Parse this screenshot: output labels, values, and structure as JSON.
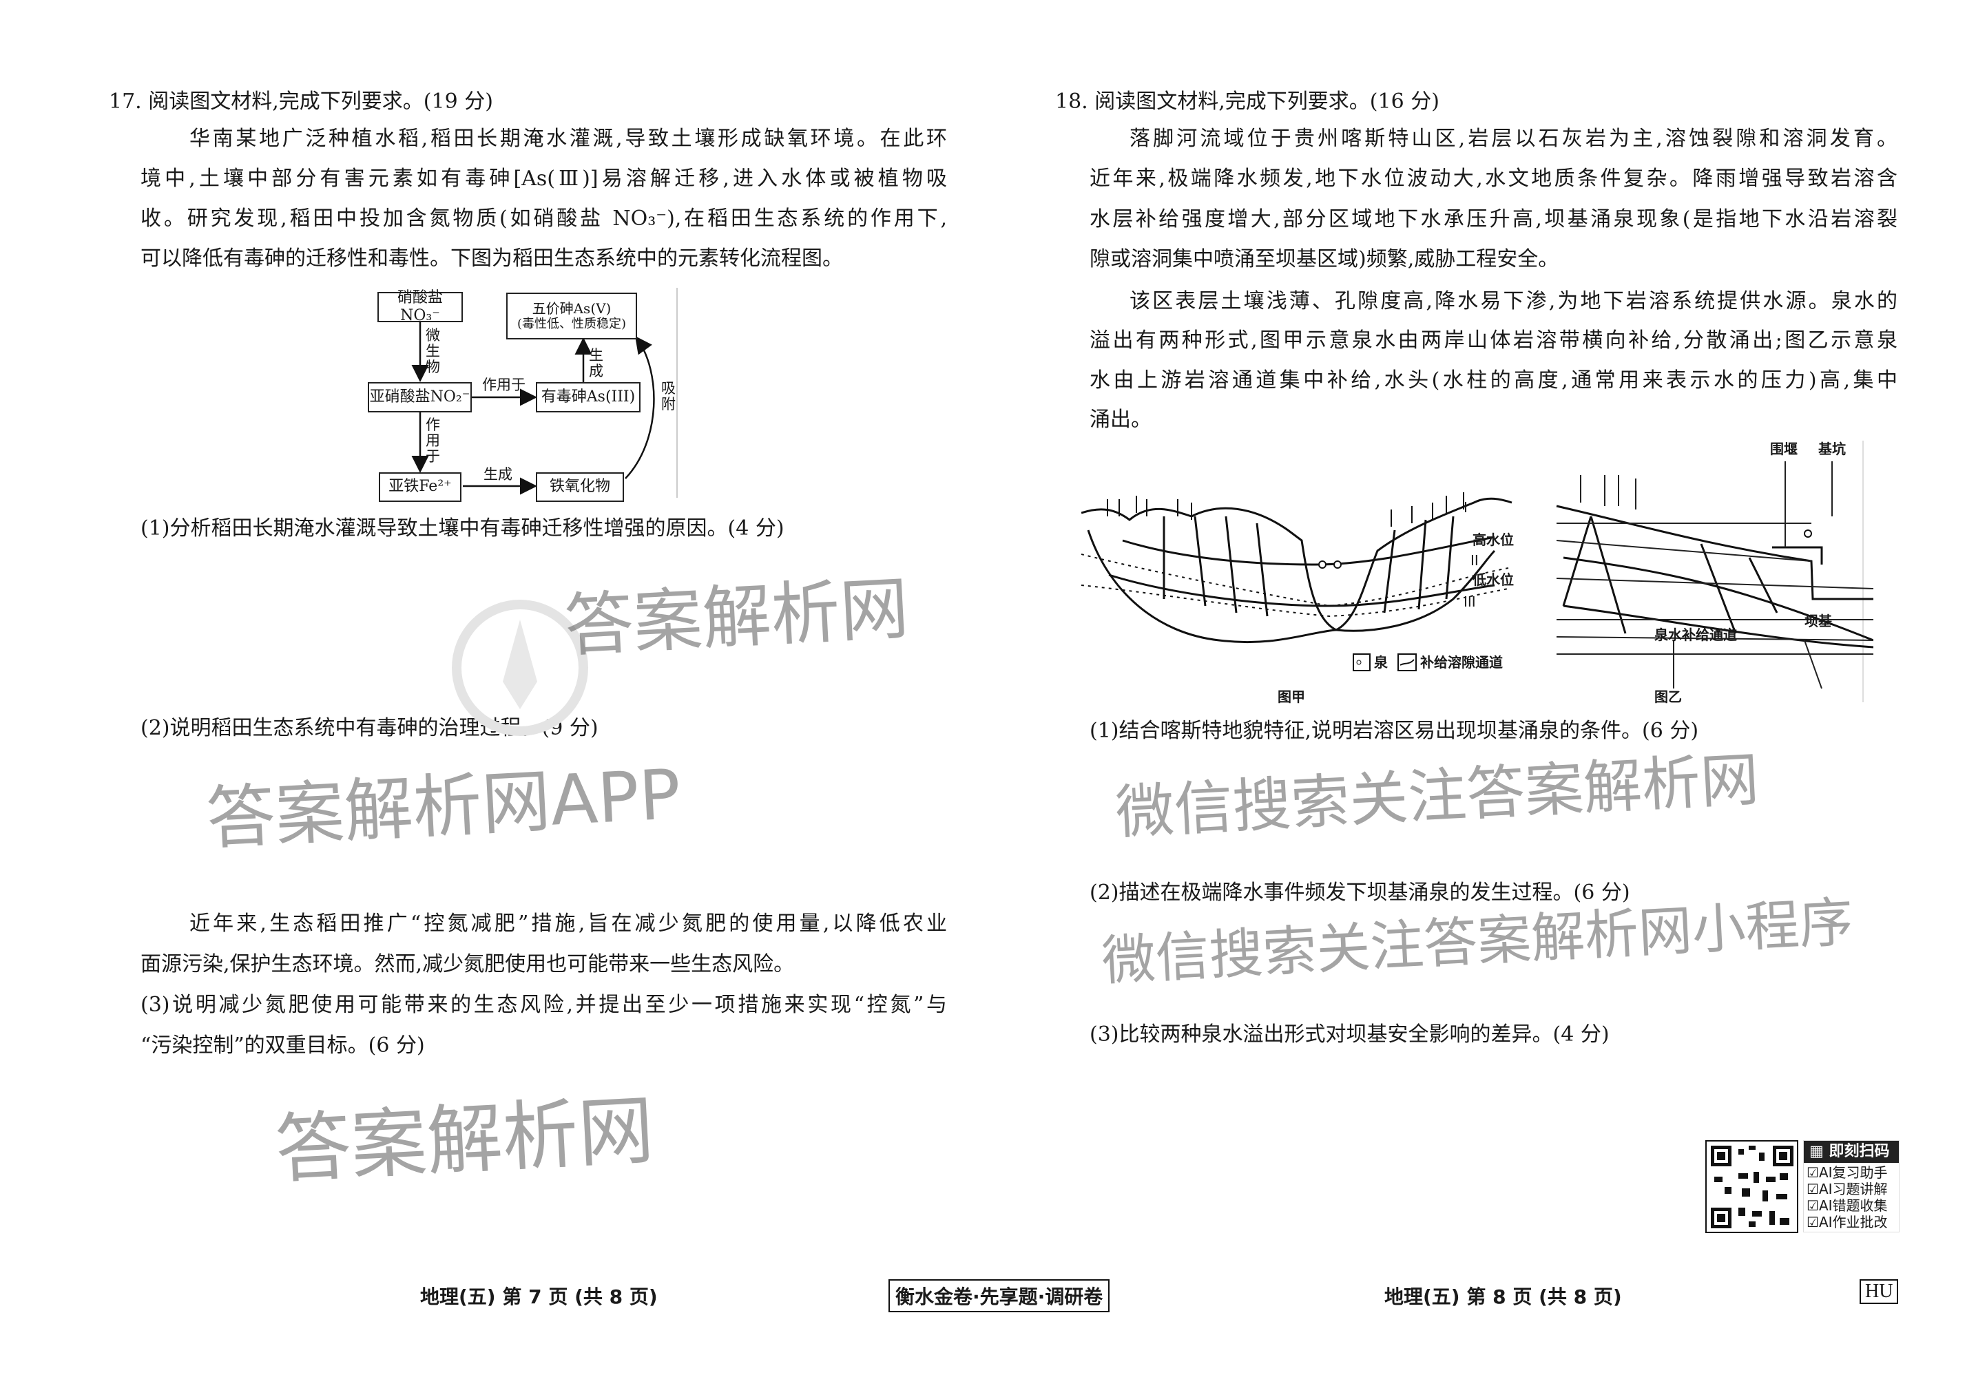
{
  "q17": {
    "title": "17. 阅读图文材料,完成下列要求。(19 分)",
    "para1": [
      "华南某地广泛种植水稻,稻田长期淹水灌溉,导致土壤形成缺氧环境。在此环",
      "境中,土壤中部分有害元素如有毒砷[As(Ⅲ)]易溶解迁移,进入水体或被植物吸",
      "收。研究发现,稻田中投加含氮物质(如硝酸盐 NO₃⁻),在稻田生态系统的作用下,",
      "可以降低有毒砷的迁移性和毒性。下图为稻田生态系统中的元素转化流程图。"
    ],
    "diagram": {
      "nitrate": "硝酸盐NO₃⁻",
      "as5_line1": "五价砷As(V)",
      "as5_line2": "(毒性低、性质稳定)",
      "microbe": "微生物",
      "nitrite": "亚硝酸盐NO₂⁻",
      "acts_on_1": "作用于",
      "as3": "有毒砷As(III)",
      "generate_1": "生成",
      "adsorb": "吸附",
      "acts_on_2": "作用于",
      "ferrous": "亚铁Fe²⁺",
      "generate_2": "生成",
      "iron_oxide": "铁氧化物"
    },
    "sub1": "(1)分析稻田长期淹水灌溉导致土壤中有毒砷迁移性增强的原因。(4 分)",
    "sub2": "(2)说明稻田生态系统中有毒砷的治理过程。(9 分)",
    "para2": [
      "近年来,生态稻田推广“控氮减肥”措施,旨在减少氮肥的使用量,以降低农业",
      "面源污染,保护生态环境。然而,减少氮肥使用也可能带来一些生态风险。"
    ],
    "sub3": [
      "(3)说明减少氮肥使用可能带来的生态风险,并提出至少一项措施来实现“控氮”与",
      "“污染控制”的双重目标。(6 分)"
    ]
  },
  "q18": {
    "title": "18. 阅读图文材料,完成下列要求。(16 分)",
    "para1": [
      "落脚河流域位于贵州喀斯特山区,岩层以石灰岩为主,溶蚀裂隙和溶洞发育。",
      "近年来,极端降水频发,地下水位波动大,水文地质条件复杂。降雨增强导致岩溶含",
      "水层补给强度增大,部分区域地下水承压升高,坝基涌泉现象(是指地下水沿岩溶裂",
      "隙或溶洞集中喷涌至坝基区域)频繁,威胁工程安全。"
    ],
    "para2": [
      "该区表层土壤浅薄、孔隙度高,降水易下渗,为地下岩溶系统提供水源。泉水的",
      "溢出有两种形式,图甲示意泉水由两岸山体岩溶带横向补给,分散涌出;图乙示意泉",
      "水由上游岩溶通道集中补给,水头(水柱的高度,通常用来表示水的压力)高,集中",
      "涌出。"
    ],
    "figures": {
      "fig_a_caption": "图甲",
      "fig_b_caption": "图乙",
      "level_1": "I",
      "level_2": "II",
      "level_3": "III",
      "high_water": "高水位",
      "low_water": "低水位",
      "cofferdam": "围堰",
      "foundation_pit": "基坑",
      "spring_channel": "泉水补给通道",
      "dam_foundation": "坝基",
      "legend_spring": "泉",
      "legend_channel": "补给溶隙通道"
    },
    "sub1": "(1)结合喀斯特地貌特征,说明岩溶区易出现坝基涌泉的条件。(6 分)",
    "sub2": "(2)描述在极端降水事件频发下坝基涌泉的发生过程。(6 分)",
    "sub3": "(3)比较两种泉水溢出形式对坝基安全影响的差异。(4 分)"
  },
  "qr": {
    "header": "即刻扫码",
    "items": [
      "AI复习助手",
      "AI习题讲解",
      "AI错题收集",
      "AI作业批改"
    ]
  },
  "footer": {
    "left": "地理(五) 第 7 页 (共 8 页)",
    "center": "衡水金卷·先享题·调研卷",
    "right": "地理(五) 第 8 页 (共 8 页)",
    "code": "HU"
  },
  "watermarks": [
    "答案解析网",
    "答案解析网APP",
    "微信搜索关注答案解析网",
    "微信搜索关注答案解析网小程序",
    "答案解析网"
  ]
}
